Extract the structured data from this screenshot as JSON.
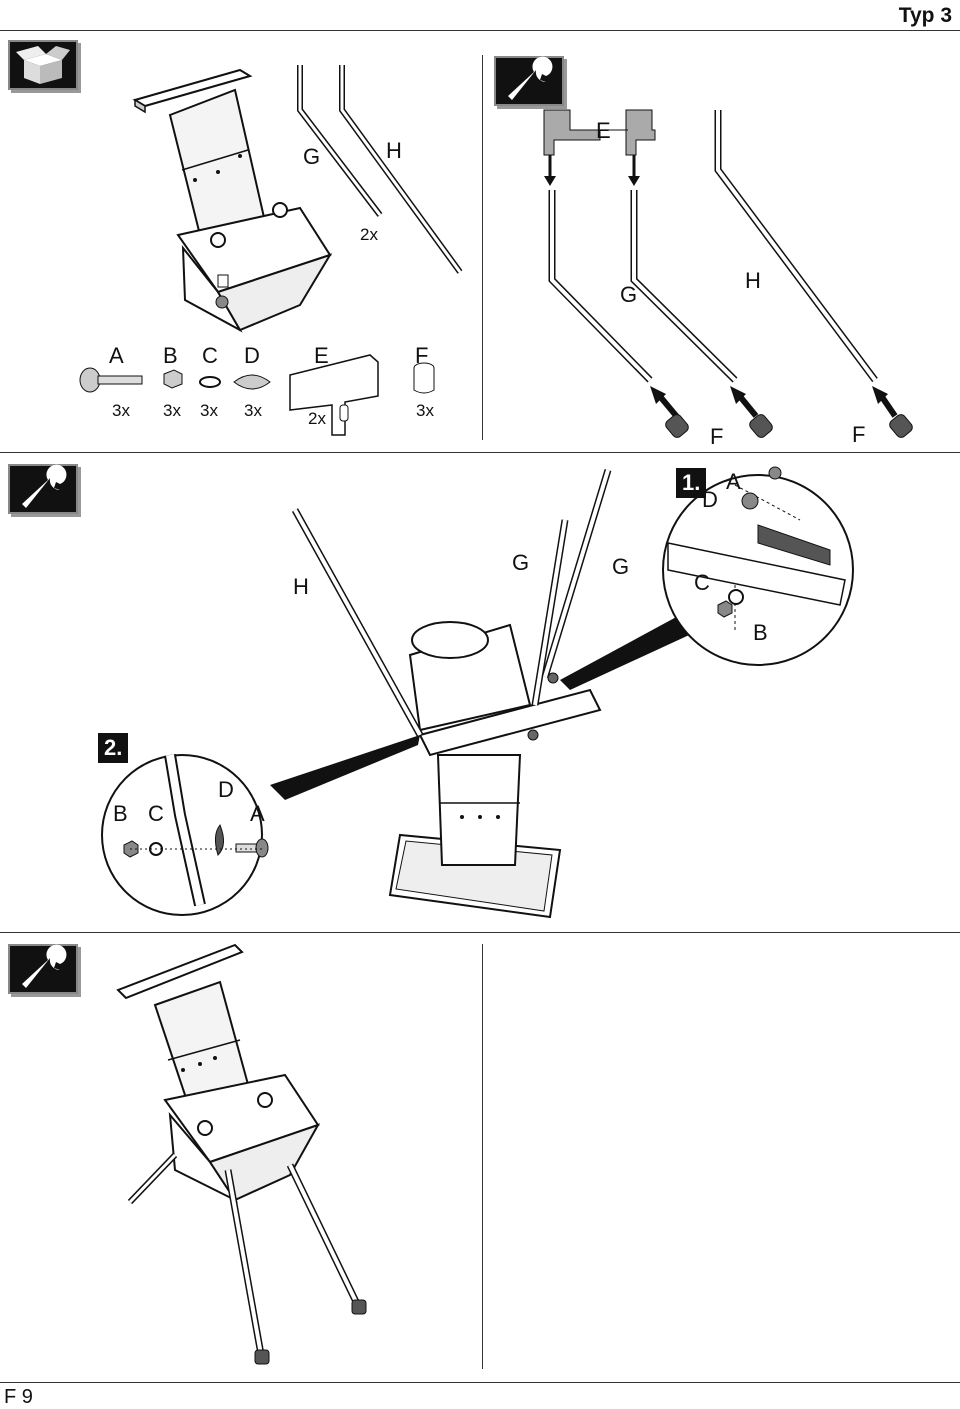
{
  "header": {
    "title": "Typ 3"
  },
  "footer": {
    "page": "F 9"
  },
  "panel1": {
    "parts": [
      {
        "letter": "A",
        "count": "3x"
      },
      {
        "letter": "B",
        "count": "3x"
      },
      {
        "letter": "C",
        "count": "3x"
      },
      {
        "letter": "D",
        "count": "3x"
      },
      {
        "letter": "E",
        "count": "2x"
      },
      {
        "letter": "F",
        "count": "3x"
      }
    ],
    "legs": {
      "g": "G",
      "h": "H",
      "count": "2x"
    }
  },
  "panel2": {
    "e": "E",
    "g": "G",
    "h": "H",
    "f1": "F",
    "f2": "F"
  },
  "panel3": {
    "h": "H",
    "g1": "G",
    "g2": "G",
    "step1": {
      "num": "1.",
      "a": "A",
      "d": "D",
      "c": "C",
      "b": "B"
    },
    "step2": {
      "num": "2.",
      "b": "B",
      "c": "C",
      "d": "D",
      "a": "A"
    }
  },
  "icons": [
    "box-icon",
    "wrench-icon",
    "wrench-icon",
    "wrench-icon"
  ]
}
